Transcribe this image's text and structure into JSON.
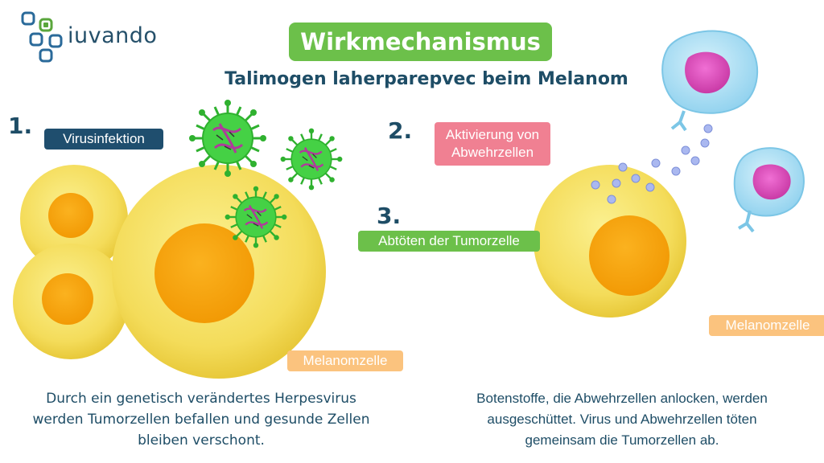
{
  "logo": {
    "brand": "iuvando"
  },
  "header": {
    "title": "Wirkmechanismus",
    "subtitle": "Talimogen laherparepvec beim Melanom"
  },
  "steps": [
    {
      "number": "1.",
      "label": "Virusinfektion"
    },
    {
      "number": "2.",
      "label_line1": "Aktivierung von",
      "label_line2": "Abwehrzellen"
    },
    {
      "number": "3.",
      "label": "Abtöten der Tumorzelle"
    }
  ],
  "cell_labels": {
    "left": "Melanomzelle",
    "right": "Melanomzelle"
  },
  "captions": {
    "left_line1": "Durch ein genetisch verändertes Herpesvirus",
    "left_line2": "werden Tumorzellen befallen und gesunde Zellen",
    "left_line3": "bleiben verschont.",
    "right_line1": "Botenstoffe, die Abwehrzellen anlocken, werden",
    "right_line2": "ausgeschüttet. Virus und Abwehrzellen töten",
    "right_line3": "gemeinsam die Tumorzellen ab."
  },
  "colors": {
    "title_green": "#6cc04a",
    "navy": "#1e4d66",
    "pink_label": "#f08092",
    "orange_label": "#fbc37e",
    "cell_yellow": "#f7e36a",
    "nucleus_orange": "#f5a20a",
    "virus_green": "#3cc83c",
    "immune_blue": "#aee0f5",
    "immune_nucleus": "#e04fc0"
  }
}
